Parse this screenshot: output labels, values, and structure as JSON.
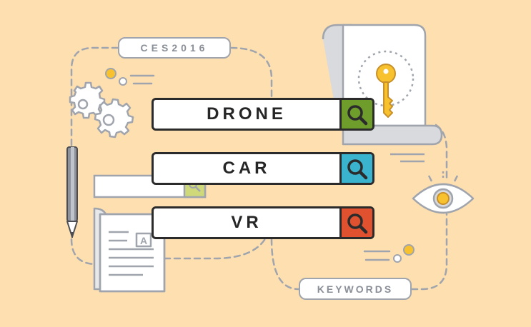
{
  "tags": {
    "ces": "CES2016",
    "keywords": "KEYWORDS"
  },
  "search_bars": [
    {
      "label": "DRONE",
      "button_color": "#6f9d2b",
      "icon": "search-icon"
    },
    {
      "label": "CAR",
      "button_color": "#3ab3ce",
      "icon": "search-icon"
    },
    {
      "label": "VR",
      "button_color": "#e0522f",
      "icon": "search-icon"
    }
  ],
  "document_letter": "A",
  "colors": {
    "background": "#fddfb0",
    "outline": "#2b2b2b",
    "line_gray": "#9fa4ad",
    "key_yellow": "#f7c22e"
  },
  "icons": [
    "gear-icon",
    "pen-icon",
    "document-icon",
    "scroll-icon",
    "key-icon",
    "eye-icon",
    "search-icon"
  ]
}
